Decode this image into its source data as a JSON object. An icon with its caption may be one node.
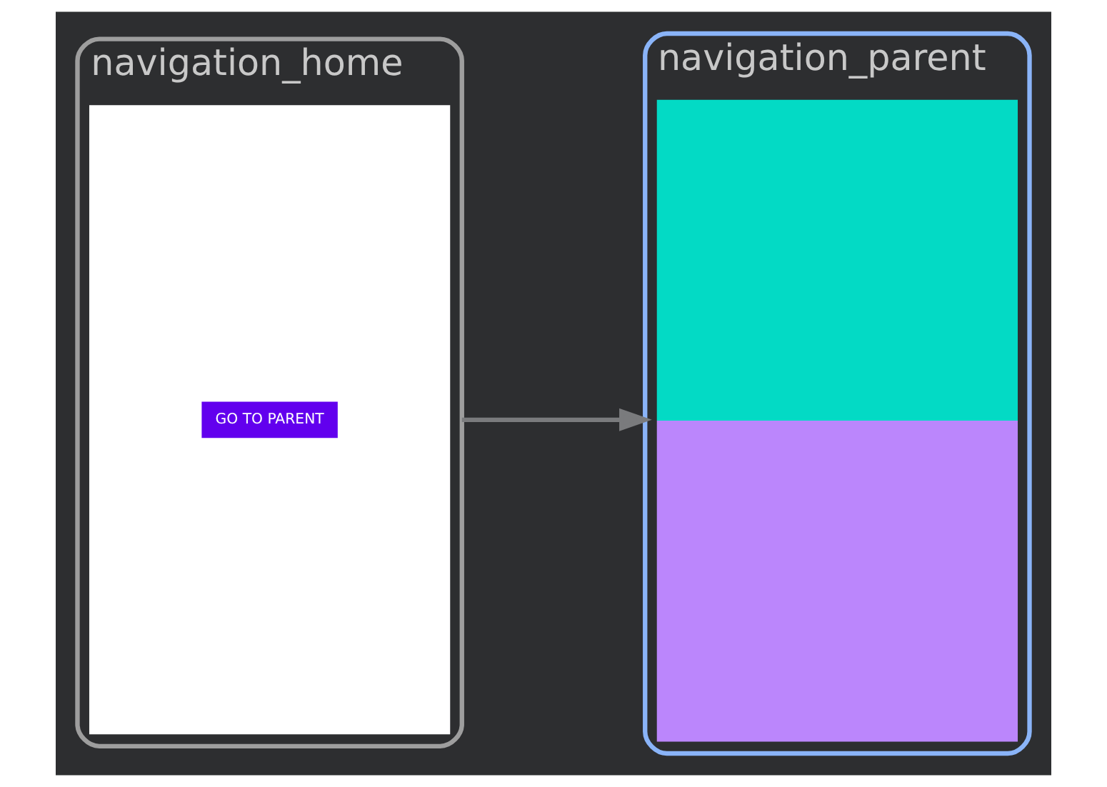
{
  "diagram": {
    "nodes": [
      {
        "text": [
          "navigation_home"
        ]
      },
      {
        "text": [],
        "shape": "box",
        "in": 0
      },
      {
        "text": [
          "GO TO PARENT"
        ],
        "in": 1
      },
      {
        "text": [
          "navigation_parent"
        ]
      },
      {
        "text": [],
        "shape": "box",
        "in": 3
      },
      {
        "text": [],
        "shape": "box",
        "in": 3
      }
    ],
    "edges": [
      {
        "from": 0,
        "to": 3,
        "arrow": "to"
      }
    ]
  }
}
